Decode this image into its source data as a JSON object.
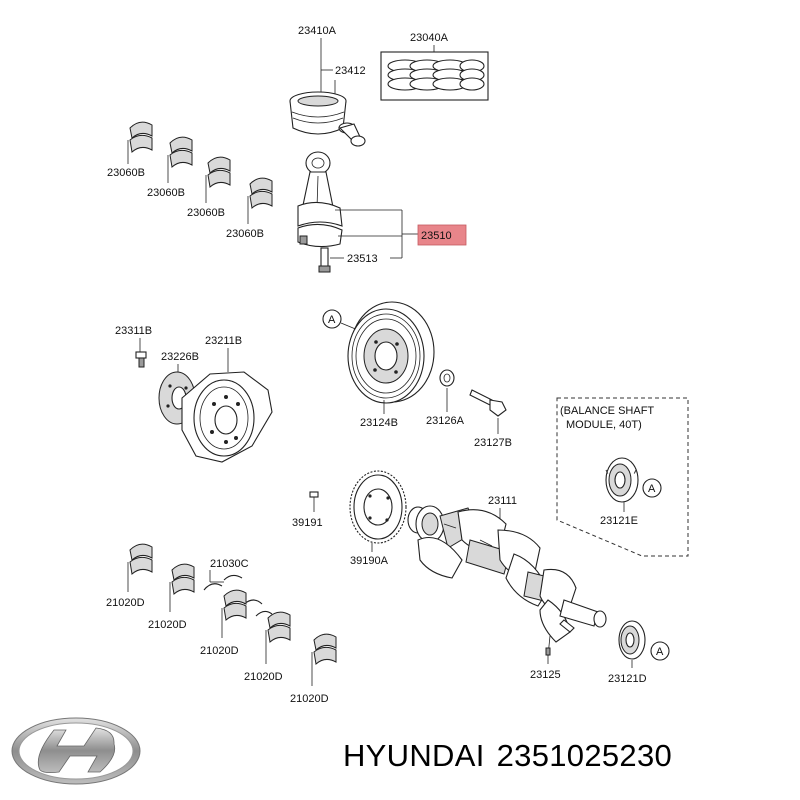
{
  "diagram": {
    "labels": {
      "piston_assy": "23410A",
      "ring_set": "23040A",
      "piston_pin": "23412",
      "bearing_1": "23060B",
      "bearing_2": "23060B",
      "bearing_3": "23060B",
      "bearing_4": "23060B",
      "connecting_rod": "23510",
      "rod_bolt": "23513",
      "flywheel_bolt": "23311B",
      "flywheel": "23211B",
      "adapter_plate": "23226B",
      "damper_pulley": "23124B",
      "washer": "23126A",
      "pulley_bolt": "23127B",
      "balance_note_line1": "(BALANCE SHAFT",
      "balance_note_line2": "MODULE, 40T)",
      "balance_sprocket": "23121E",
      "crankshaft": "23111",
      "sensor_ring": "39190A",
      "ring_screw": "39191",
      "thrust_bearing": "21030C",
      "main_bearing_1": "21020D",
      "main_bearing_2": "21020D",
      "main_bearing_3": "21020D",
      "main_bearing_4": "21020D",
      "main_bearing_5": "21020D",
      "key": "23125",
      "crank_sprocket": "23121D",
      "ref_a": "A"
    },
    "highlight_color": "#e8858a"
  },
  "brand": {
    "name": "HYUNDAI",
    "part_number": "2351025230"
  }
}
